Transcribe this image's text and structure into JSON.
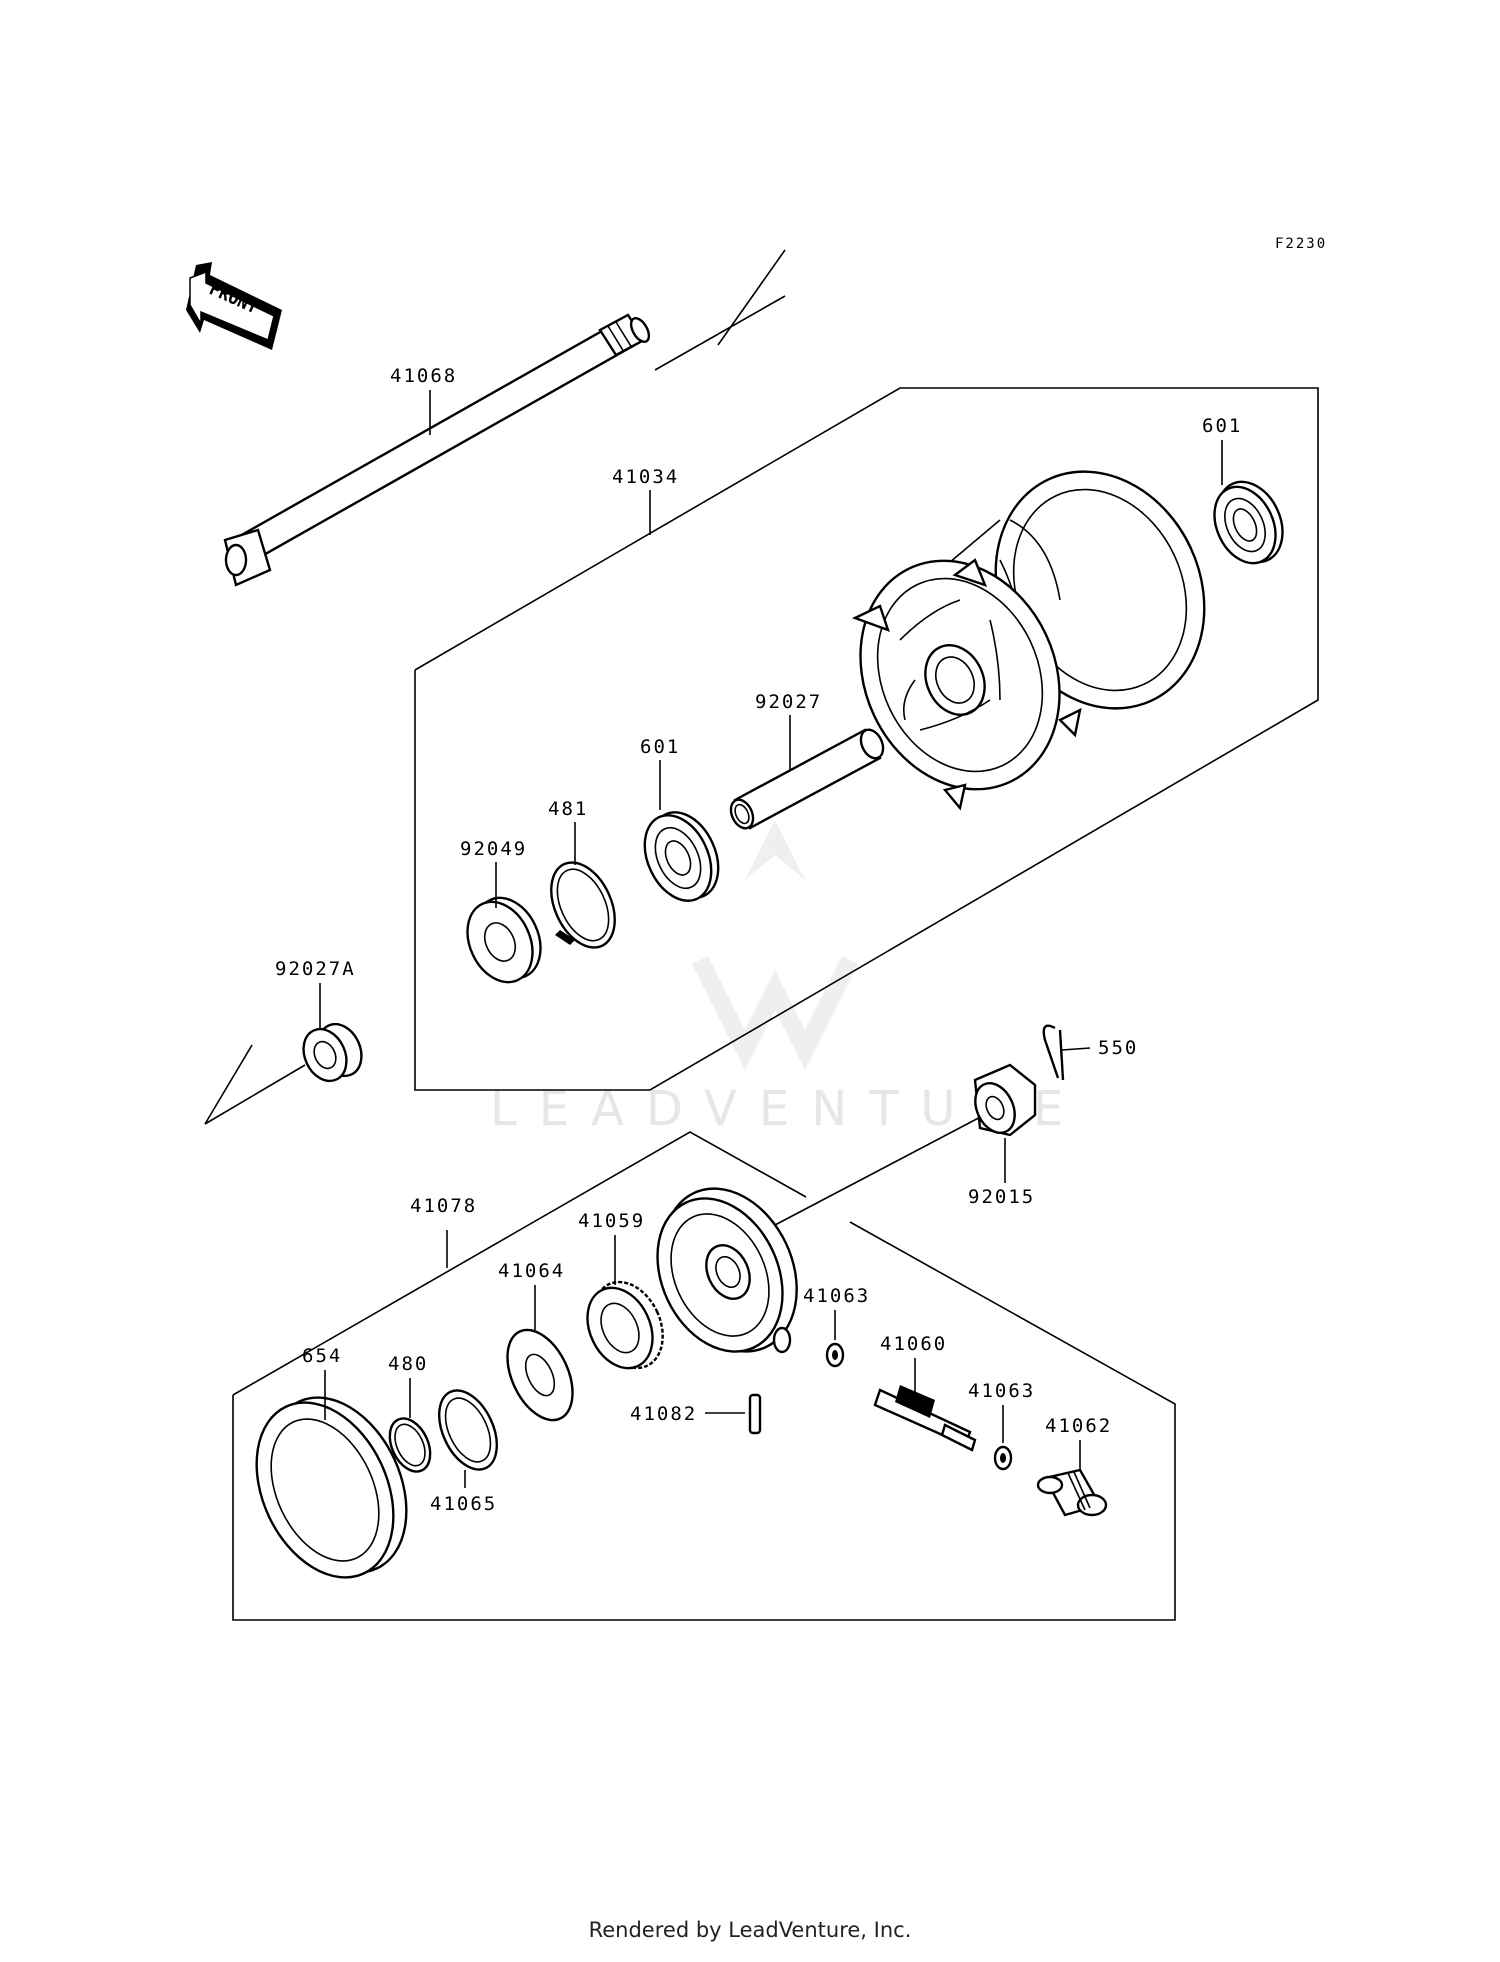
{
  "diagram": {
    "figure_code": "F2230",
    "front_arrow_label": "FRONT",
    "watermark": "LEADVENTURE",
    "labels": {
      "axle": "41068",
      "hub": "41034",
      "bearing_right": "601",
      "bearing_left": "601",
      "spacer": "92027",
      "circlip": "481",
      "seal": "92049",
      "collar": "92027A",
      "cotter_pin": "550",
      "nut": "92015",
      "speedo_housing": "41078",
      "speedo_gear_ring": "41059",
      "speedo_plate": "41064",
      "washer_upper": "41063",
      "pinion": "41060",
      "dust_seal": "654",
      "snap_ring": "480",
      "ring": "41065",
      "pin": "41082",
      "washer_lower": "41063",
      "bushing": "41062"
    }
  },
  "footer": "Rendered by LeadVenture, Inc."
}
